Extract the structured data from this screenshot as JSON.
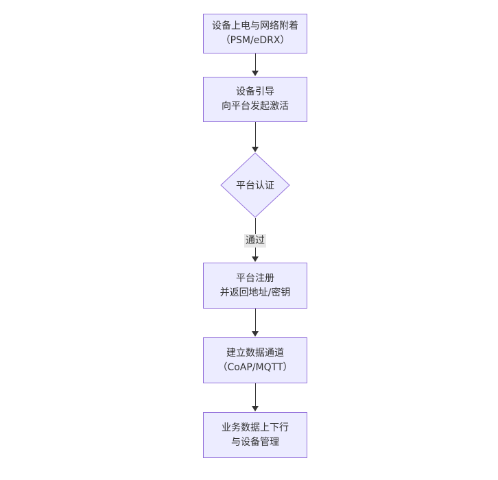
{
  "diagram": {
    "type": "flowchart",
    "direction": "top-down",
    "background": "#ffffff"
  },
  "colors": {
    "node_fill": "#ECECFF",
    "node_border": "#9370DB",
    "text": "#333333",
    "arrow": "#333333",
    "edge_label_bg": "#e8e8e8"
  },
  "nodes": [
    {
      "id": "A",
      "shape": "rect",
      "lines": [
        "设备上电与网络附着",
        "（PSM/eDRX）"
      ]
    },
    {
      "id": "B",
      "shape": "rect",
      "lines": [
        "设备引导",
        "向平台发起激活"
      ]
    },
    {
      "id": "C",
      "shape": "diamond",
      "lines": [
        "平台认证"
      ]
    },
    {
      "id": "D",
      "shape": "rect",
      "lines": [
        "平台注册",
        "并返回地址/密钥"
      ]
    },
    {
      "id": "E",
      "shape": "rect",
      "lines": [
        "建立数据通道",
        "（CoAP/MQTT）"
      ]
    },
    {
      "id": "F",
      "shape": "rect",
      "lines": [
        "业务数据上下行",
        "与设备管理"
      ]
    }
  ],
  "edges": [
    {
      "from": "A",
      "to": "B",
      "label": ""
    },
    {
      "from": "B",
      "to": "C",
      "label": ""
    },
    {
      "from": "C",
      "to": "D",
      "label": "通过"
    },
    {
      "from": "D",
      "to": "E",
      "label": ""
    },
    {
      "from": "E",
      "to": "F",
      "label": ""
    }
  ]
}
